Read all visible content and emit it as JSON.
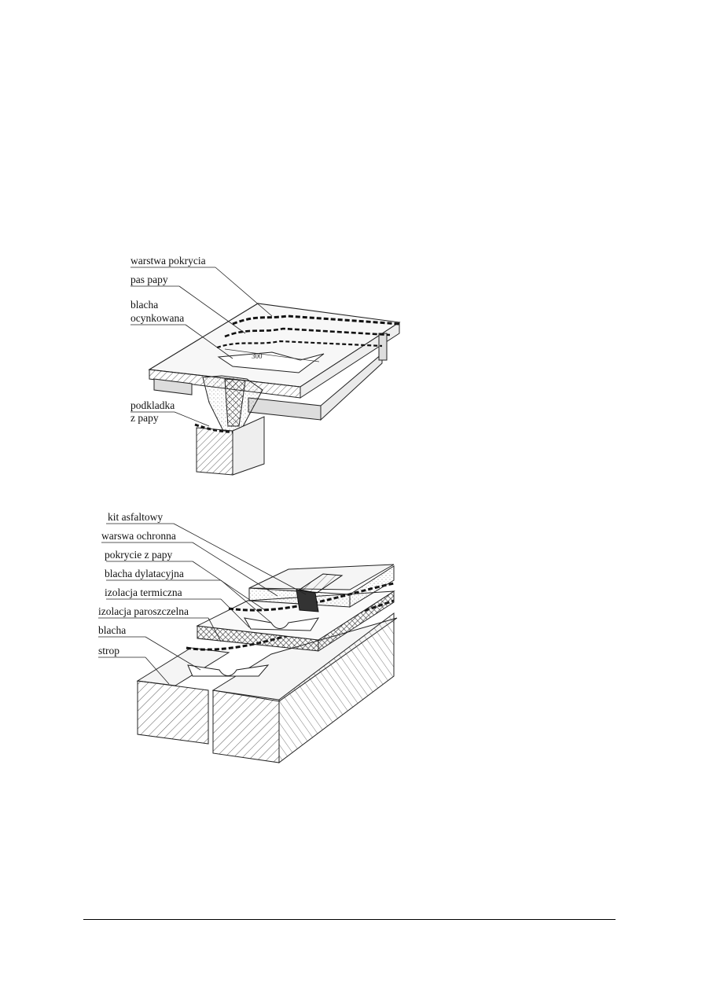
{
  "figure_top": {
    "labels": {
      "warstwa_pokrycia": "warstwa pokrycia",
      "pas_papy": "pas papy",
      "blacha_line1": "blacha",
      "blacha_line2": "ocynkowana",
      "podkladka_line1": "podkladka",
      "podkladka_line2": "z papy",
      "dimension": "300"
    }
  },
  "figure_bottom": {
    "labels": {
      "kit_asfaltowy": "kit asfaltowy",
      "warstwa_ochronna": "warswa ochronna",
      "pokrycie_z_papy": "pokrycie z papy",
      "blacha_dylatacyjna": "blacha dylatacyjna",
      "izolacja_termiczna": "izolacja termiczna",
      "izolacja_paroszczelna": "izolacja paroszczelna",
      "blacha": "blacha",
      "strop": "strop"
    }
  }
}
